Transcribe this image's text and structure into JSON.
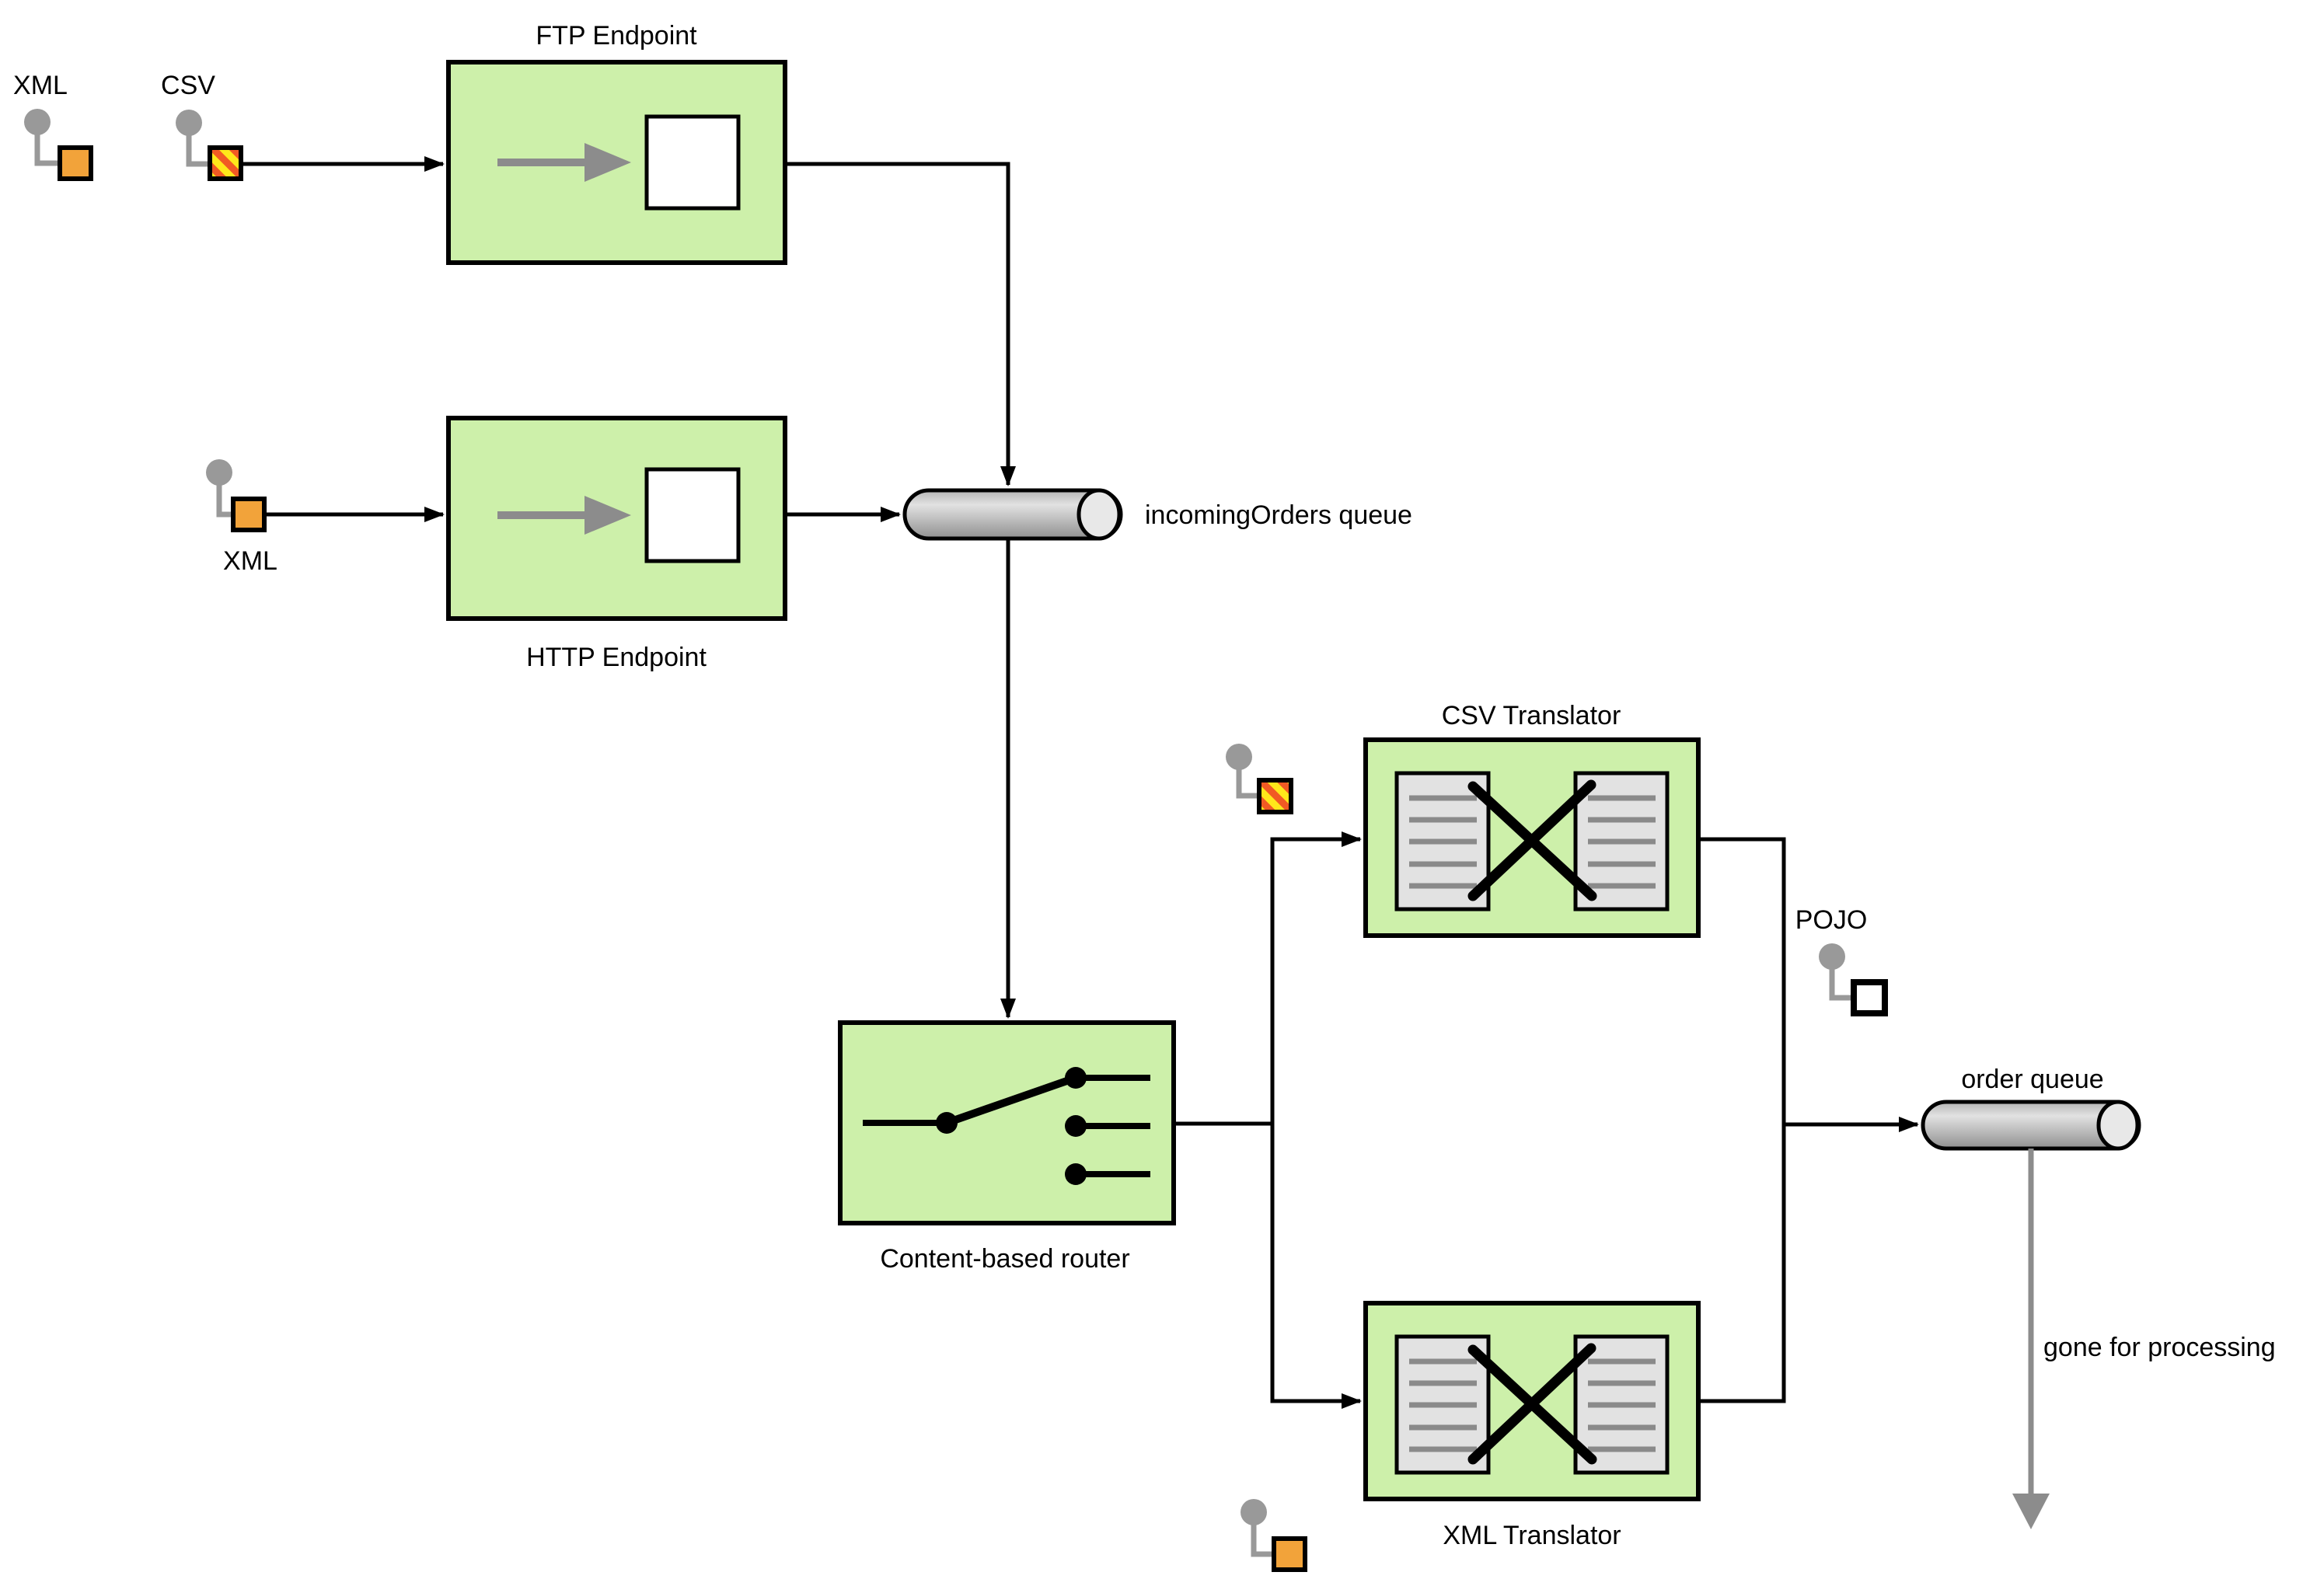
{
  "nodes": {
    "ftp_endpoint": {
      "label": "FTP Endpoint"
    },
    "http_endpoint": {
      "label": "HTTP Endpoint"
    },
    "incoming_orders_queue": {
      "label": "incomingOrders queue"
    },
    "content_based_router": {
      "label": "Content-based router"
    },
    "csv_translator": {
      "label": "CSV Translator"
    },
    "xml_translator": {
      "label": "XML Translator"
    },
    "order_queue": {
      "label": "order queue"
    }
  },
  "messages": {
    "xml_file_top": {
      "label": "XML"
    },
    "csv_file_top": {
      "label": "CSV"
    },
    "xml_http": {
      "label": "XML"
    },
    "pojo": {
      "label": "POJO"
    }
  },
  "annotations": {
    "gone_for_processing": {
      "label": "gone for processing"
    }
  },
  "icons": {
    "xml_message": "orange-square-message-icon",
    "csv_message": "striped-square-message-icon",
    "pojo_message": "white-square-message-icon",
    "queue": "cylinder-queue-icon",
    "router": "switch-router-icon",
    "translator": "crossed-documents-translator-icon",
    "endpoint": "arrow-into-box-endpoint-icon"
  },
  "colors": {
    "node_fill": "#cdf0aa",
    "node_stroke": "#000000",
    "doc_fill": "#e2e2e2",
    "doc_line": "#8a8a8a",
    "icon_gray": "#999999",
    "msg_orange": "#f2a33a",
    "stripe_yellow": "#ffe81a",
    "stripe_red": "#f15a24",
    "cylinder_top": "#b4b4b4",
    "cylinder_mid": "#e2e2e2",
    "cylinder_bottom": "#8f8f8f",
    "cylinder_cap": "#e8e8e8",
    "inner_arrow_gray": "#8c8c8c",
    "process_arrow_gray": "#8c8c8c",
    "connector_black": "#000000"
  }
}
